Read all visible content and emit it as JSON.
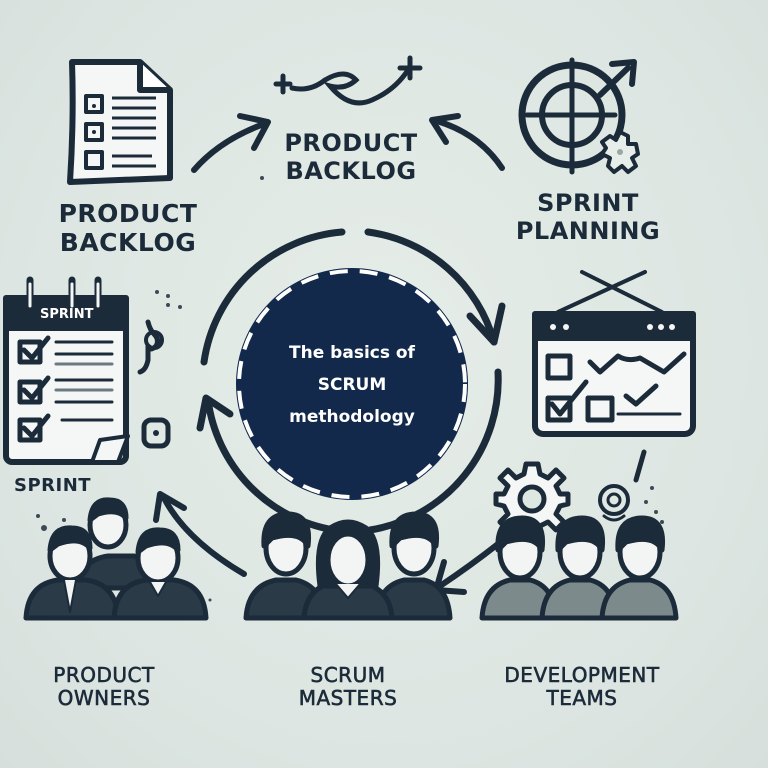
{
  "center": {
    "line1": "The basics of",
    "line2": "SCRUM",
    "line3": "methodology"
  },
  "labels": {
    "product_backlog_left": {
      "line1": "PRODUCT",
      "line2": "BACKLOG"
    },
    "product_backlog_top": {
      "line1": "PRODUCT",
      "line2": "BACKLOG"
    },
    "sprint_planning": {
      "line1": "SPRINT",
      "line2": "PLANNING"
    },
    "sprint": "SPRINT",
    "sprint_board_header": "SPRINT",
    "product_owners": {
      "line1": "PRODUCT",
      "line2": "OWNERS"
    },
    "scrum_masters": {
      "line1": "SCRUM",
      "line2": "MASTERS"
    },
    "development_teams": {
      "line1": "DEVELOPMENT",
      "line2": "TEAMS"
    }
  },
  "icons": [
    "document-checklist-icon",
    "path-route-icon",
    "target-gear-icon",
    "sprint-clipboard-icon",
    "dashboard-window-icon",
    "gear-icon",
    "rocket-icon",
    "people-group-icon",
    "cycle-arrows-icon"
  ],
  "colors": {
    "background": "#dfe7e3",
    "stroke": "#1c2b3a",
    "center_fill": "#13294b",
    "center_dash": "#ffffff"
  }
}
